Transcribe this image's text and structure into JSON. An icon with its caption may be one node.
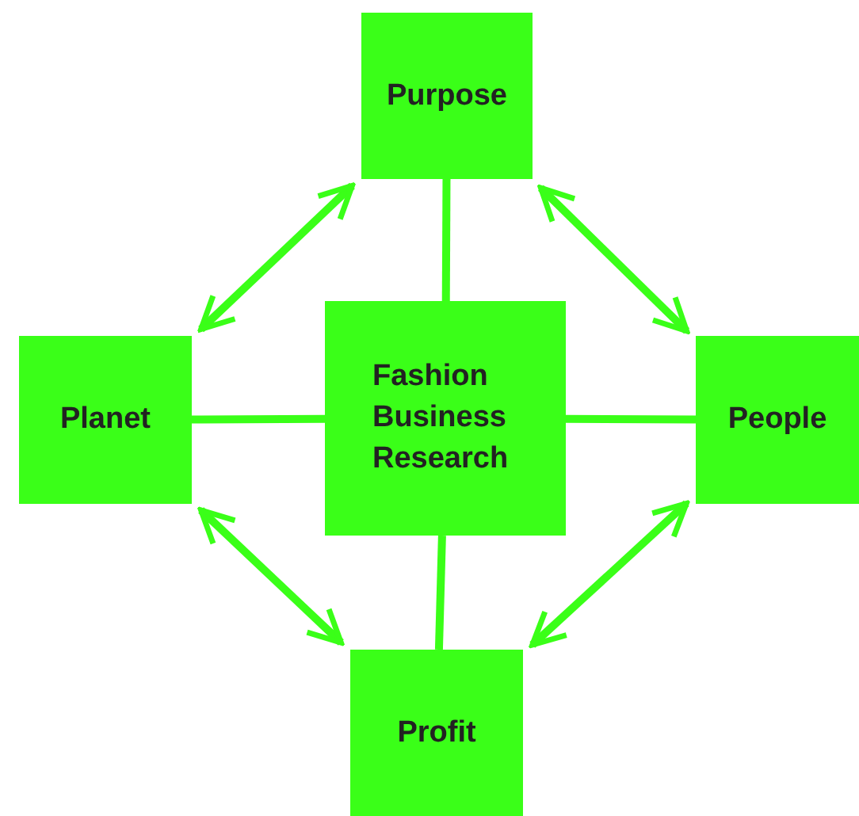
{
  "diagram": {
    "nodes": [
      {
        "text": [
          "Purpose"
        ]
      },
      {
        "text": [
          "Planet"
        ]
      },
      {
        "text": [
          "Fashion Business Research"
        ]
      },
      {
        "text": [
          "People"
        ]
      },
      {
        "text": [
          "Profit"
        ]
      }
    ],
    "edges": [
      {
        "from": 2,
        "to": 0,
        "arrow": "none"
      },
      {
        "from": 2,
        "to": 1,
        "arrow": "none"
      },
      {
        "from": 2,
        "to": 3,
        "arrow": "none"
      },
      {
        "from": 2,
        "to": 4,
        "arrow": "none"
      },
      {
        "from": 1,
        "to": 0,
        "arrow": "both"
      },
      {
        "from": 0,
        "to": 3,
        "arrow": "both"
      },
      {
        "from": 1,
        "to": 4,
        "arrow": "both"
      },
      {
        "from": 3,
        "to": 4,
        "arrow": "both"
      }
    ]
  }
}
